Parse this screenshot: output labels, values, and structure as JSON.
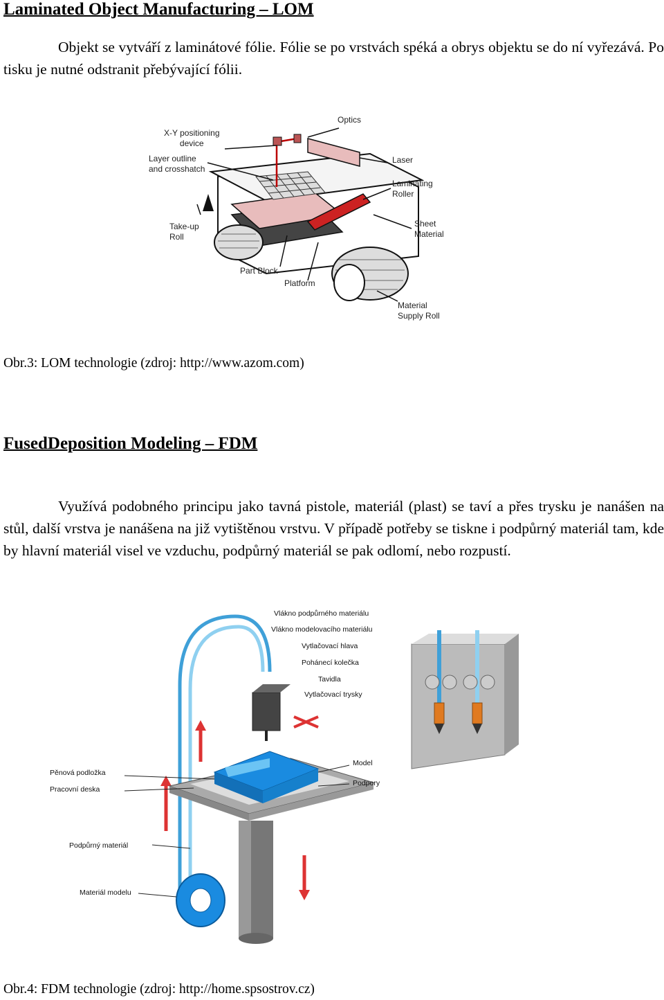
{
  "lom": {
    "heading": "Laminated Object Manufacturing – LOM",
    "paragraph": "Objekt se vytváří z laminátové fólie. Fólie se po vrstvách spéká a obrys objektu se do ní vyřezává. Po tisku je nutné odstranit přebývající fólii.",
    "caption": "Obr.3: LOM technologie (zdroj: http://www.azom.com)",
    "labels": {
      "optics": "Optics",
      "xy_device": "X-Y positioning\ndevice",
      "layer_outline": "Layer outline\nand crosshatch",
      "laser": "Laser",
      "laminating_roller": "Laminating\nRoller",
      "takeup_roll": "Take-up\nRoll",
      "sheet_material": "Sheet\nMaterial",
      "part_block": "Part Block",
      "platform": "Platform",
      "supply_roll": "Material\nSupply Roll"
    }
  },
  "fdm": {
    "heading": "FusedDeposition Modeling – FDM",
    "paragraph": "Využívá podobného principu jako tavná pistole, materiál (plast) se taví a přes trysku je nanášen na stůl, další vrstva je nanášena na již vytištěnou vrstvu. V případě potřeby se tiskne i podpůrný materiál tam, kde by hlavní materiál visel ve vzduchu, podpůrný materiál se pak odlomí, nebo rozpustí.",
    "caption": "Obr.4: FDM technologie (zdroj: http://home.spsostrov.cz)",
    "labels": {
      "fiber_support": "Vlákno podpůrného materiálu",
      "fiber_model": "Vlákno modelovacího materiálu",
      "extrusion_head": "Vytlačovací hlava",
      "drive_wheels": "Pohánecí kolečka",
      "heaters": "Tavidla",
      "nozzles": "Vytlačovací trysky",
      "foam_pad": "Pěnová podložka",
      "work_plate": "Pracovní deska",
      "model": "Model",
      "supports": "Podpory",
      "support_material": "Podpůrný materiál",
      "model_material": "Materiál modelu"
    }
  }
}
